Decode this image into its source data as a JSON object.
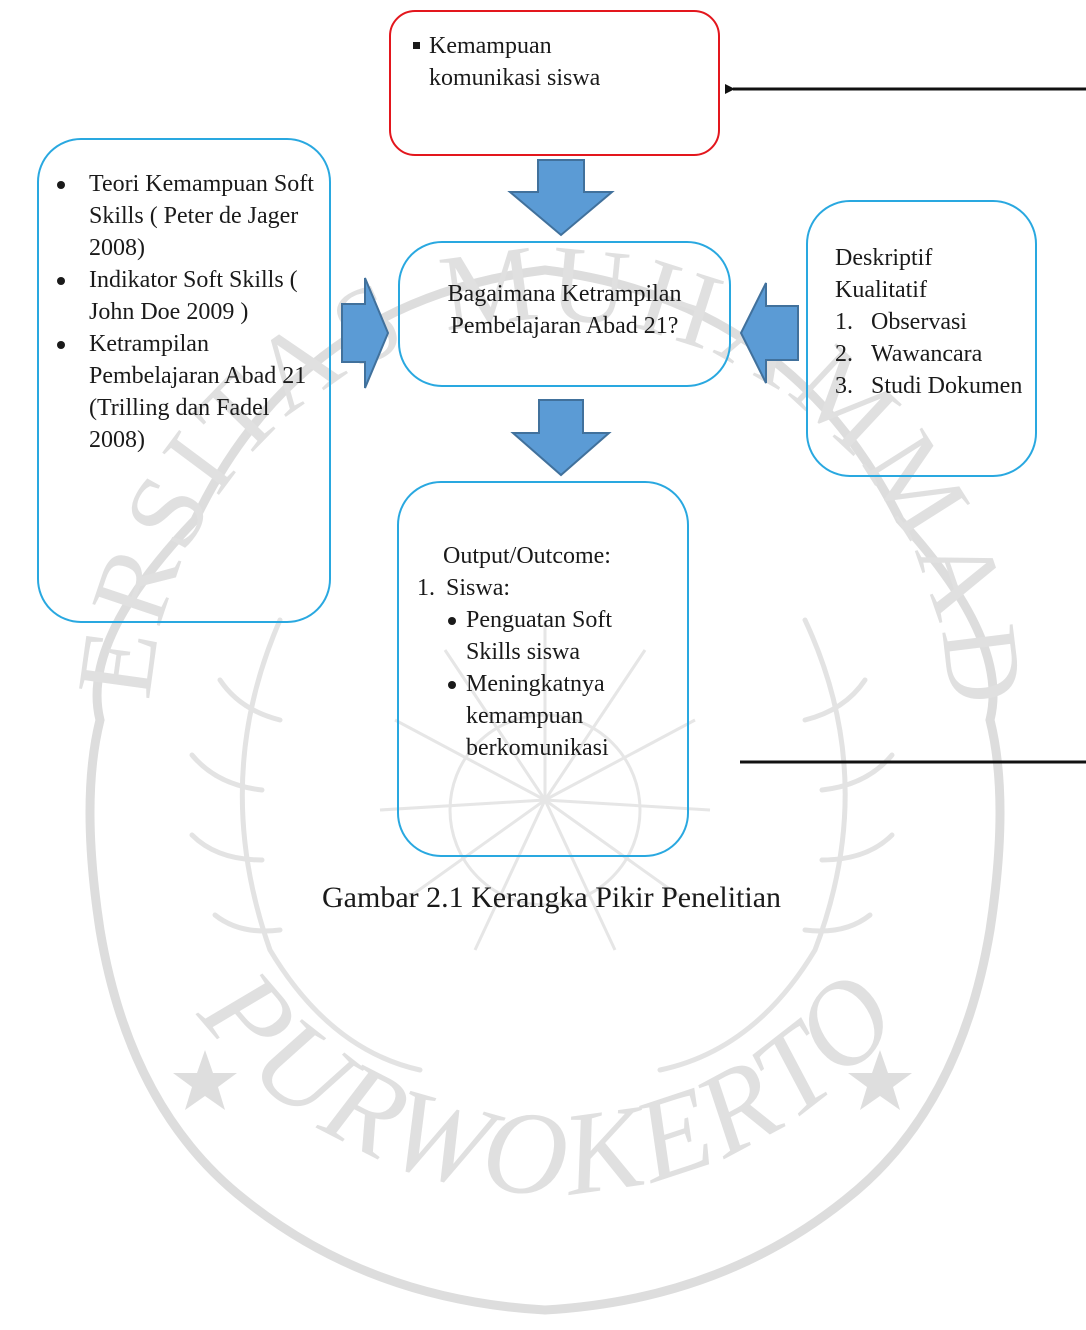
{
  "watermark": {
    "top_text": "UNIVERSITAS MUHAMMADIYAH",
    "bottom_text": "PURWOKERTO"
  },
  "boxes": {
    "top": {
      "item": "Kemampuan komunikasi siswa"
    },
    "left": {
      "items": [
        "Teori Kemampuan Soft Skills ( Peter de Jager 2008)",
        "Indikator Soft Skills ( John Doe 2009 )",
        "Ketrampilan Pembelajaran Abad 21 (Trilling dan Fadel 2008)"
      ]
    },
    "center": {
      "question": "Bagaimana Ketrampilan Pembelajaran Abad 21?"
    },
    "right": {
      "title": "Deskriptif Kualitatif",
      "items": [
        {
          "num": "1.",
          "label": "Observasi"
        },
        {
          "num": "2.",
          "label": "Wawancara"
        },
        {
          "num": "3.",
          "label": "Studi Dokumen"
        }
      ]
    },
    "bottom": {
      "title": "Output/Outcome:",
      "group": {
        "num": "1.",
        "label": "Siswa:",
        "items": [
          "Penguatan Soft Skills siswa",
          "Meningkatnya kemampuan berkomunikasi"
        ]
      }
    }
  },
  "caption": "Gambar 2.1 Kerangka Pikir Penelitian",
  "colors": {
    "box_border": "#29a8e0",
    "top_box_border": "#e3161d",
    "arrow_fill": "#5b9bd5",
    "arrow_stroke": "#41719c",
    "watermark": "#dddddd",
    "text": "#1a1a1a"
  }
}
